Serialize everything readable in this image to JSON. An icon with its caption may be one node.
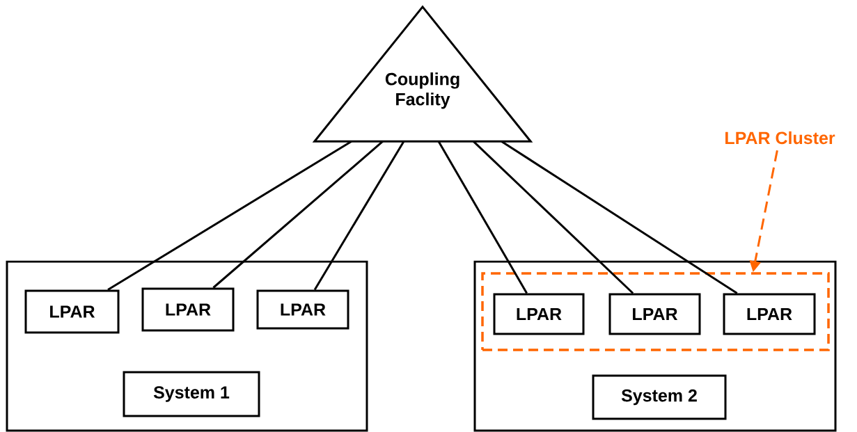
{
  "diagram": {
    "nodes": [
      {
        "text": [
          "Coupling Faclity"
        ]
      },
      {
        "text": [],
        "shape": "box"
      },
      {
        "text": [
          "LPAR"
        ],
        "in": 1
      },
      {
        "text": [
          "LPAR"
        ],
        "in": 1
      },
      {
        "text": [
          "LPAR"
        ],
        "in": 1
      },
      {
        "text": [
          "System 1"
        ],
        "in": 1
      },
      {
        "text": [],
        "shape": "box"
      },
      {
        "text": [],
        "shape": "box",
        "in": 6
      },
      {
        "text": [
          "LPAR"
        ],
        "in": 7
      },
      {
        "text": [
          "LPAR"
        ],
        "in": 7
      },
      {
        "text": [
          "LPAR"
        ],
        "in": 7
      },
      {
        "text": [
          "System 2"
        ],
        "in": 6
      },
      {
        "text": [
          "LPAR Cluster"
        ]
      }
    ],
    "edges": [
      {
        "from": 0,
        "to": 2,
        "arrow": "none"
      },
      {
        "from": 0,
        "to": 3,
        "arrow": "none"
      },
      {
        "from": 0,
        "to": 4,
        "arrow": "none"
      },
      {
        "from": 0,
        "to": 8,
        "arrow": "none"
      },
      {
        "from": 0,
        "to": 9,
        "arrow": "none"
      },
      {
        "from": 0,
        "to": 10,
        "arrow": "none"
      },
      {
        "from": 12,
        "to": 7,
        "arrow": "to",
        "style": "dashed",
        "color": "#ff6600"
      }
    ]
  }
}
